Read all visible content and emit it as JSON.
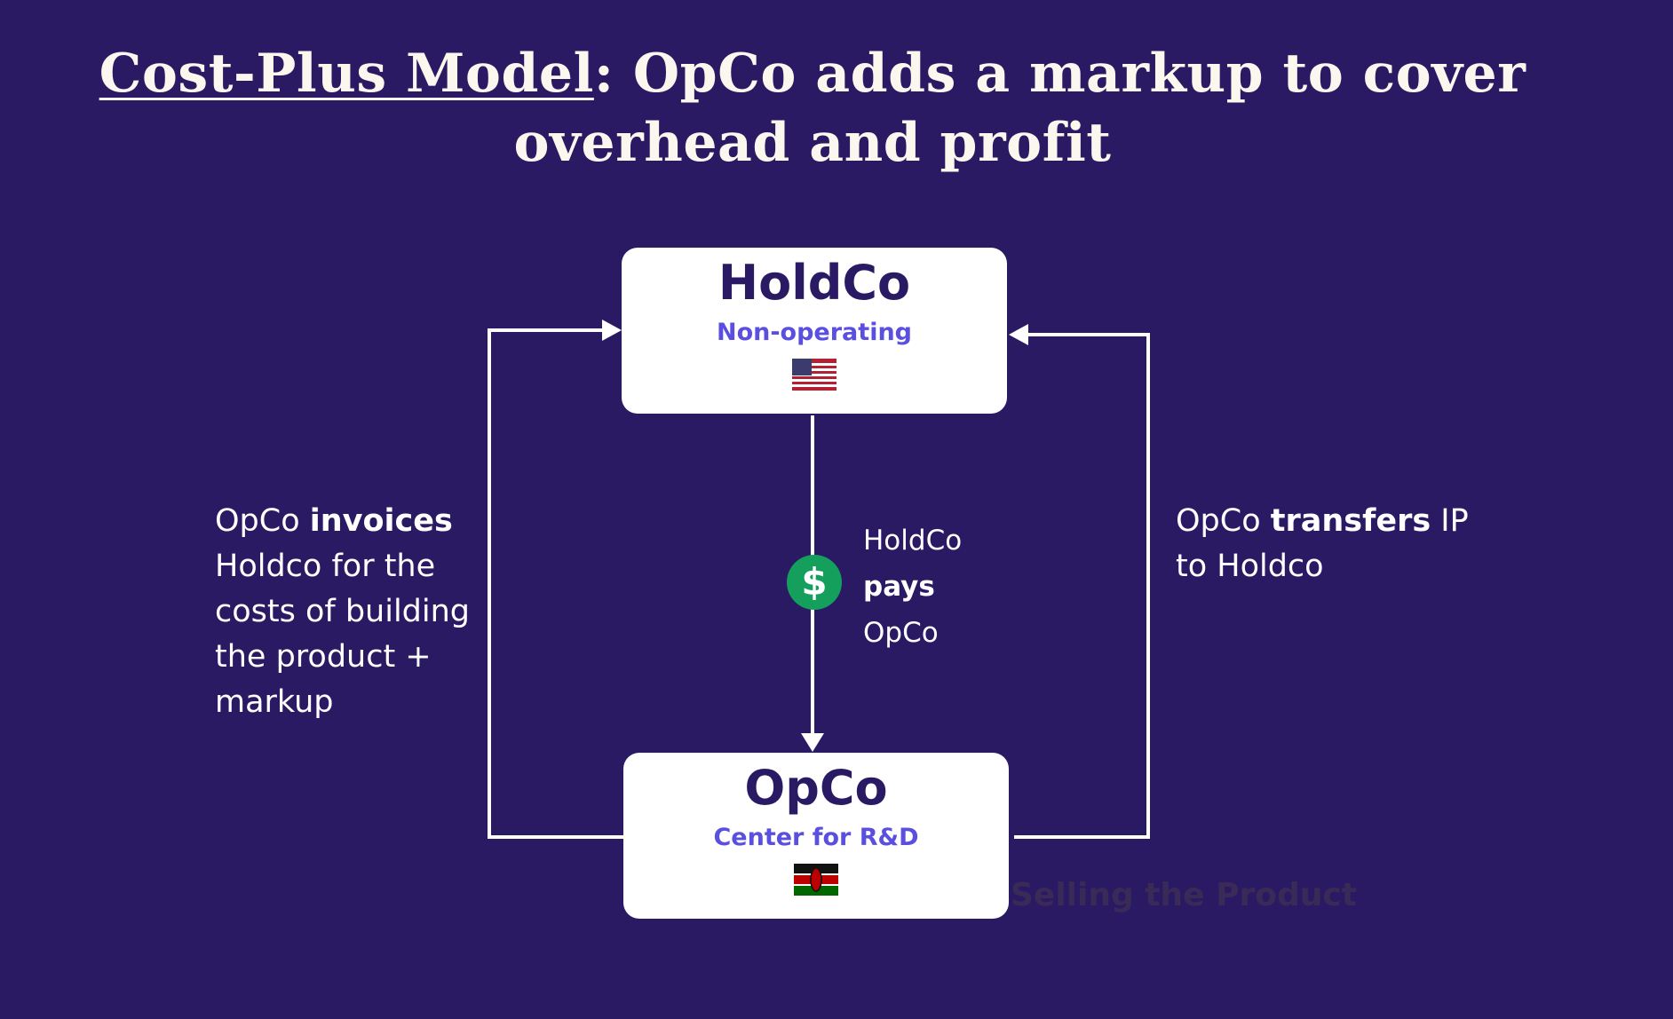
{
  "title": {
    "underlined": "Cost-Plus Model",
    "rest": ": OpCo adds a markup to cover overhead and profit"
  },
  "holdco": {
    "name": "HoldCo",
    "role": "Non-operating",
    "flag": "us-flag-icon"
  },
  "opco": {
    "name": "OpCo",
    "role": "Center for R&D",
    "flag": "kenya-flag-icon"
  },
  "left_label": {
    "pre": "OpCo ",
    "bold": "invoices",
    "post": " Holdco for the costs of building the product + markup"
  },
  "middle_label": {
    "pre": "HoldCo",
    "bold": "pays",
    "post": "OpCo"
  },
  "right_label": {
    "pre": "OpCo ",
    "bold": "transfers",
    "post": " IP to Holdco"
  },
  "faded_text": "Selling the Product",
  "icons": {
    "dollar": "$"
  },
  "colors": {
    "background": "#2a1a63",
    "box": "#ffffff",
    "accent": "#5b4fe0",
    "dollar": "#14a05c"
  }
}
